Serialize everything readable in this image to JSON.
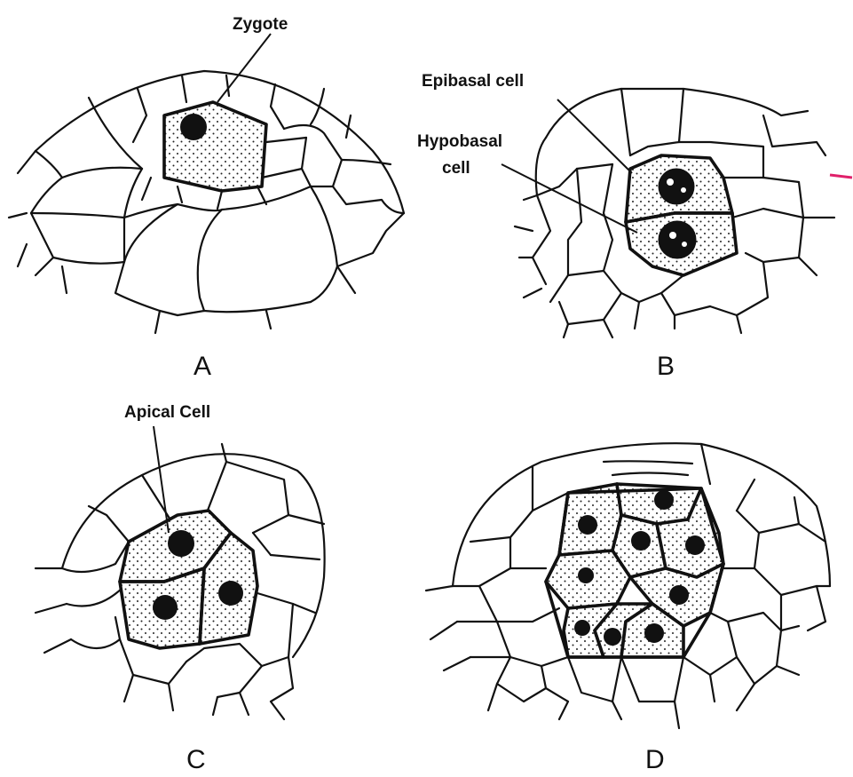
{
  "labels": {
    "zygote": "Zygote",
    "epibasal": "Epibasal cell",
    "hypobasal_line1": "Hypobasal",
    "hypobasal_line2": "cell",
    "apical": "Apical Cell"
  },
  "panels": [
    "A",
    "B",
    "C",
    "D"
  ],
  "colors": {
    "ink": "#111111",
    "background": "#ffffff",
    "mark": "#e0206a"
  }
}
